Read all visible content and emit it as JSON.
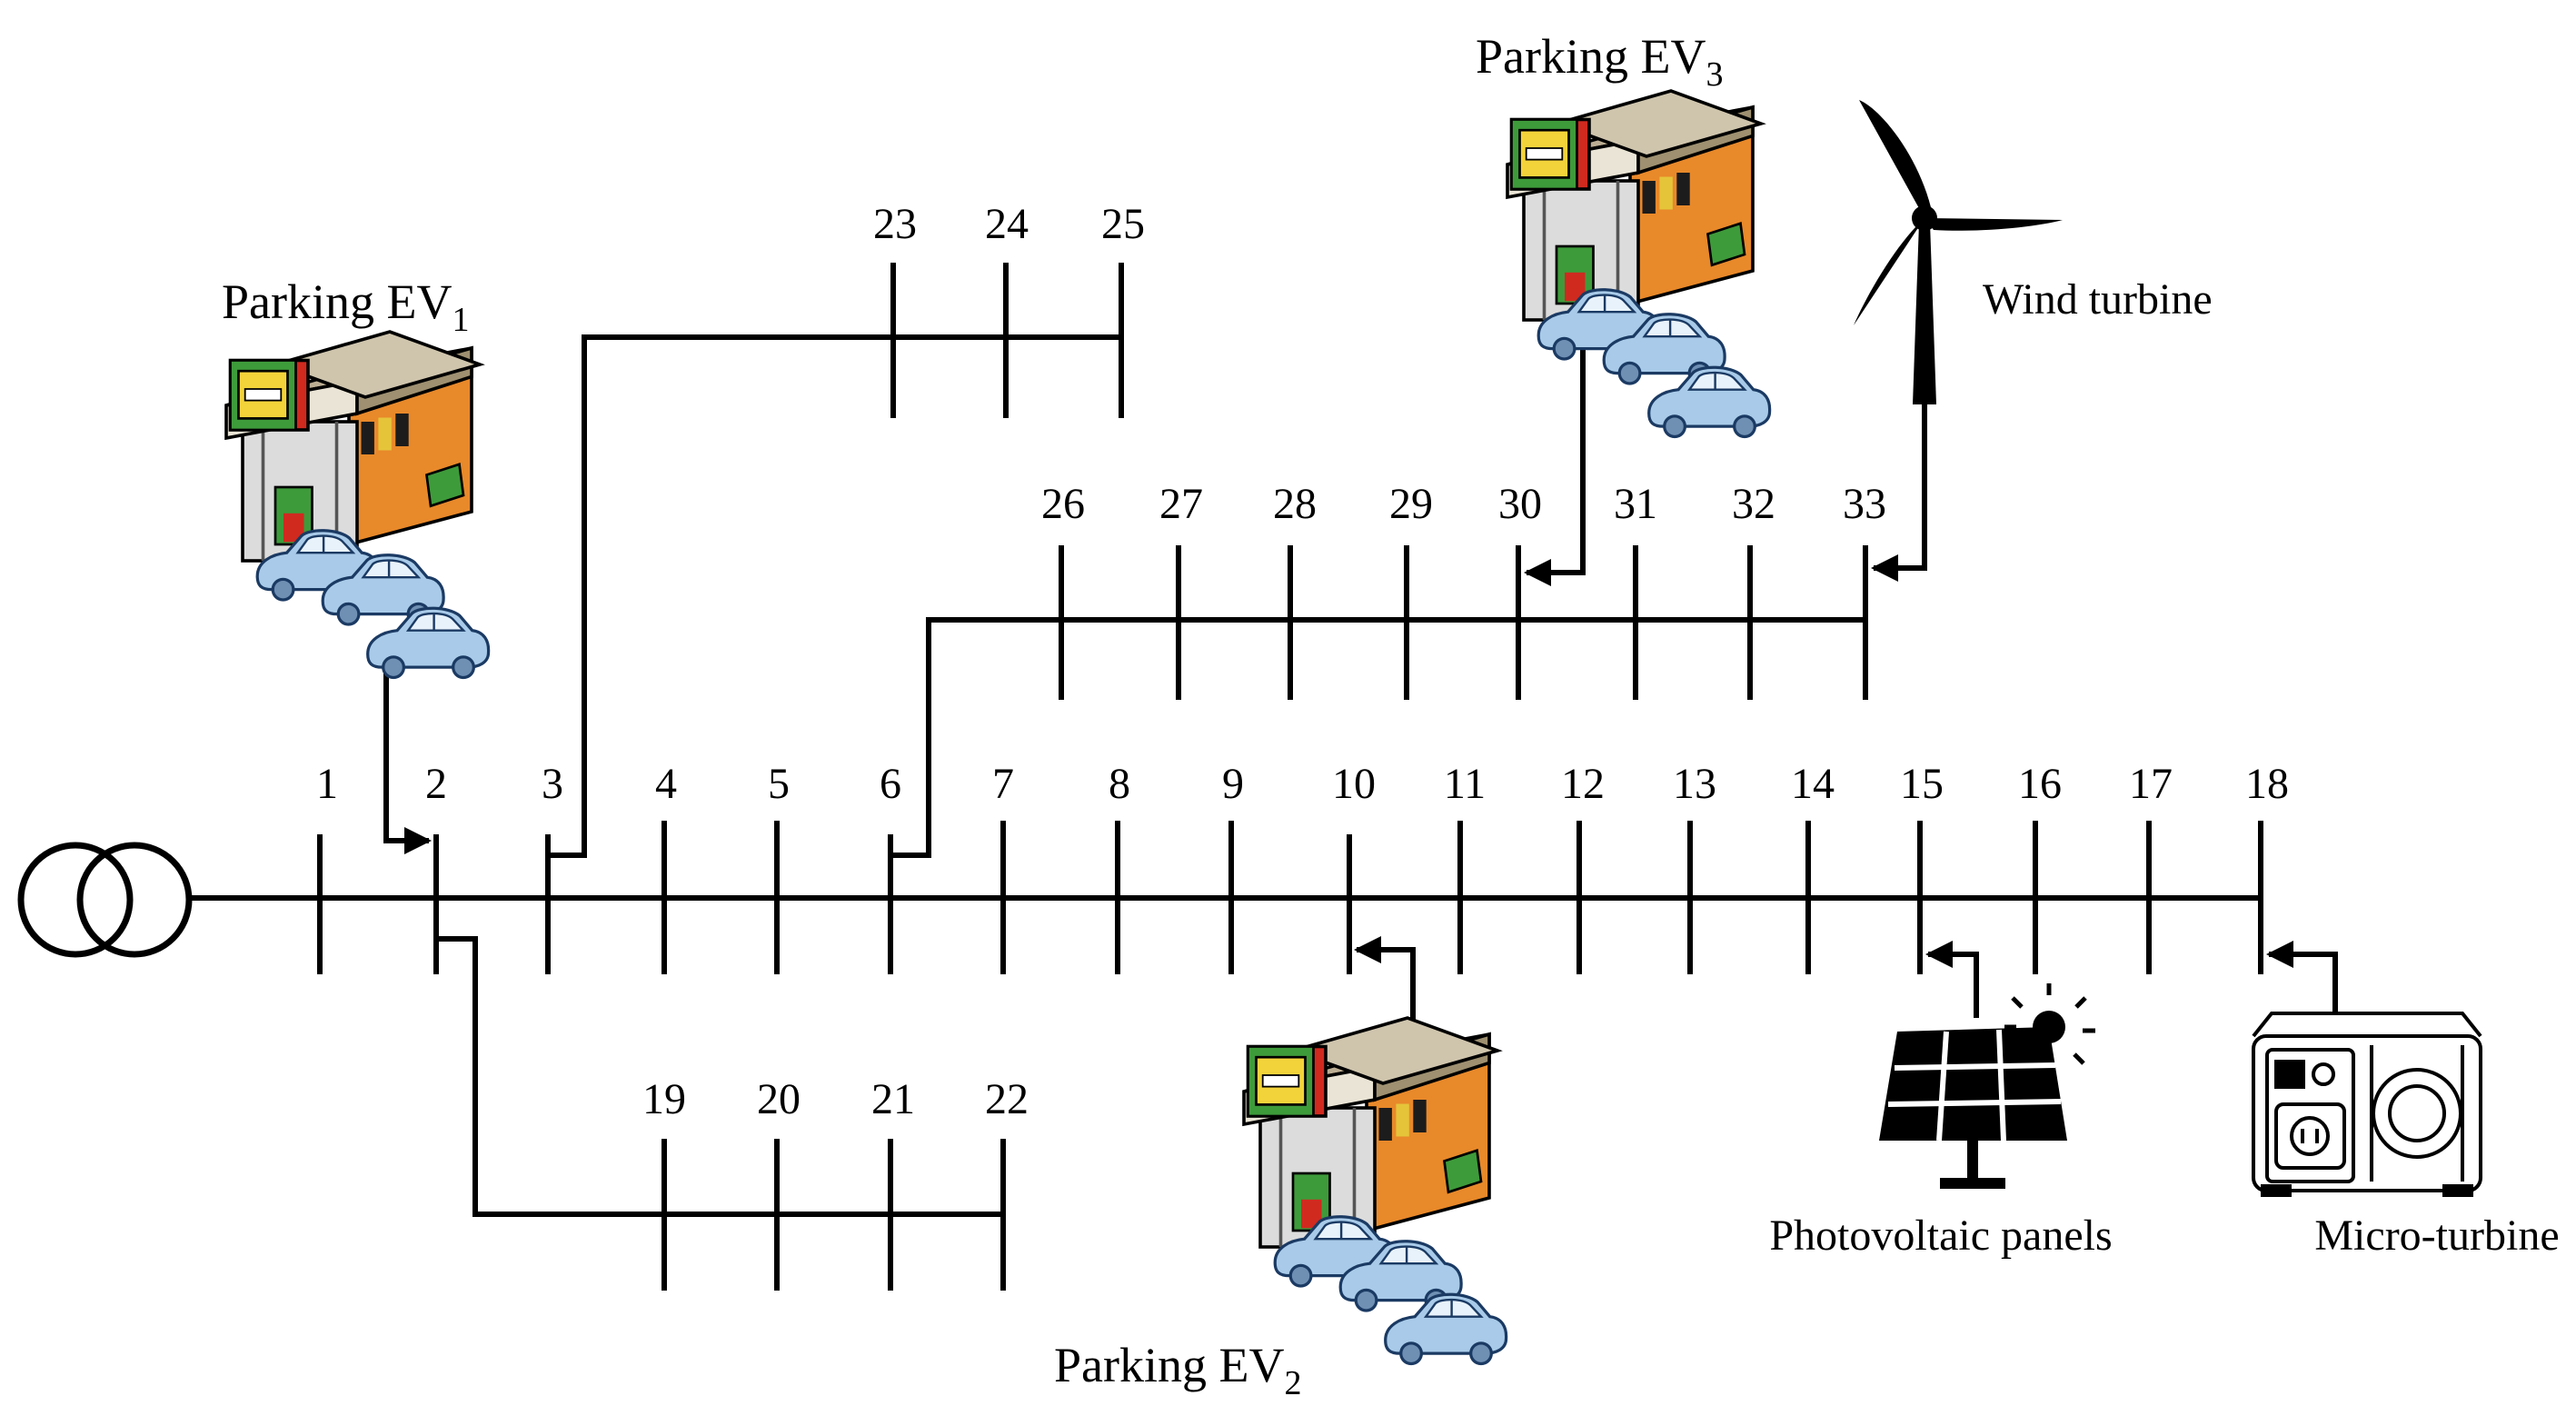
{
  "buses": [
    "1",
    "2",
    "3",
    "4",
    "5",
    "6",
    "7",
    "8",
    "9",
    "10",
    "11",
    "12",
    "13",
    "14",
    "15",
    "16",
    "17",
    "18",
    "19",
    "20",
    "21",
    "22",
    "23",
    "24",
    "25",
    "26",
    "27",
    "28",
    "29",
    "30",
    "31",
    "32",
    "33"
  ],
  "labels": {
    "parking_ev1": {
      "text": "Parking EV",
      "sub": "1"
    },
    "parking_ev2": {
      "text": "Parking EV",
      "sub": "2"
    },
    "parking_ev3": {
      "text": "Parking EV",
      "sub": "3"
    },
    "wind_turbine": "Wind turbine",
    "photovoltaic": "Photovoltaic panels",
    "micro_turbine": "Micro-turbine"
  },
  "colors": {
    "line": "#000000",
    "car": "#a9cbe9",
    "building_orange": "#e8892a",
    "sign_red": "#d02a1f",
    "sign_yellow": "#f3d33a",
    "sign_green": "#3e9b3a",
    "roof": "#bcae93"
  },
  "icons": [
    "transformer-icon",
    "parking-station-icon",
    "wind-turbine-icon",
    "solar-panel-icon",
    "sun-icon",
    "micro-turbine-icon"
  ]
}
